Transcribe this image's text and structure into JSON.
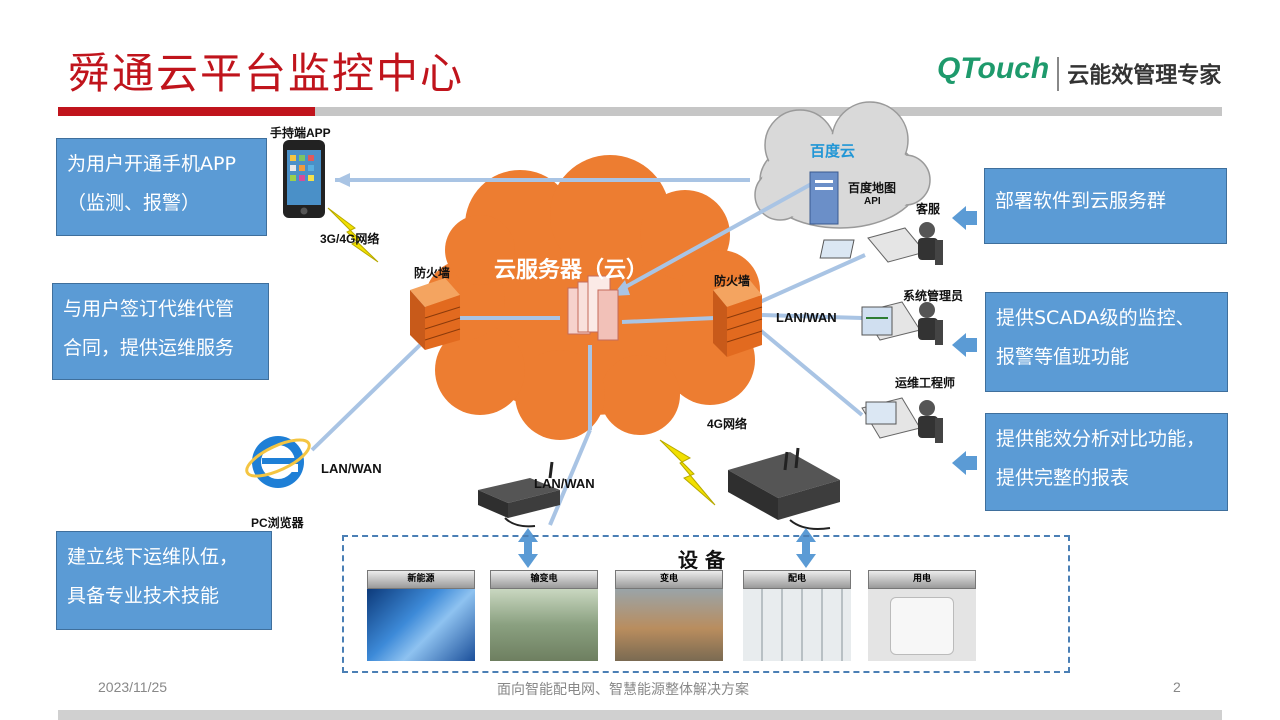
{
  "header": {
    "title": "舜通云平台监控中心",
    "logo_brand": "QTouch",
    "logo_tagline": "云能效管理专家"
  },
  "left_boxes": [
    {
      "lines": [
        "为用户开通手机APP",
        "（监测、报警）"
      ]
    },
    {
      "lines": [
        "与用户签订代维代管",
        "合同，提供运维服务"
      ]
    },
    {
      "lines": [
        "建立线下运维队伍，",
        "具备专业技术技能"
      ]
    }
  ],
  "right_boxes": [
    {
      "lines": [
        "部署软件到云服务群"
      ]
    },
    {
      "lines": [
        "提供SCADA级的监控、",
        "报警等值班功能"
      ]
    },
    {
      "lines": [
        "提供能效分析对比功能，",
        "提供完整的报表"
      ]
    }
  ],
  "diagram": {
    "mobile_app": "手持端APP",
    "network_3g4g": "3G/4G网络",
    "firewall_left": "防火墙",
    "firewall_right": "防火墙",
    "cloud_server": "云服务器（云）",
    "baidu_cloud": "百度云",
    "baidu_map": "百度地图",
    "api": "API",
    "customer_service": "客服",
    "sys_admin": "系统管理员",
    "ops_engineer": "运维工程师",
    "lan_wan_right": "LAN/WAN",
    "lan_wan_left": "LAN/WAN",
    "lan_wan_center": "LAN/WAN",
    "network_4g": "4G网络",
    "pc_browser": "PC浏览器",
    "equipment_title": "设 备",
    "equipment": [
      "新能源",
      "输变电",
      "变电",
      "配电",
      "用电"
    ]
  },
  "footer": {
    "date": "2023/11/25",
    "subtitle": "面向智能配电网、智慧能源整体解决方案",
    "page": "2"
  },
  "colors": {
    "title_red": "#c0141c",
    "box_blue": "#5b9bd5",
    "cloud_orange": "#ed7d31",
    "logo_green": "#1e9a6c"
  }
}
